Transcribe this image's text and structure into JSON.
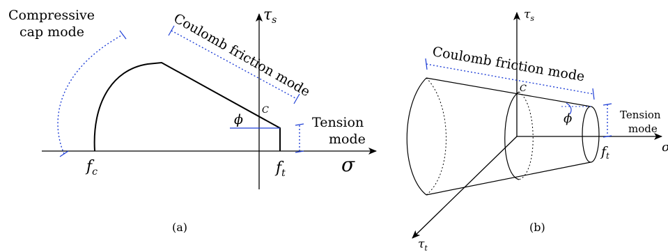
{
  "colors": {
    "ink": "#000000",
    "annotation": "#1f3fd6"
  },
  "panel_a": {
    "caption": "(a)",
    "axis_tau": "τ",
    "axis_tau_sub": "s",
    "axis_sigma": "σ",
    "label_fc": "f",
    "label_fc_sub": "c",
    "label_ft": "f",
    "label_ft_sub": "t",
    "label_C": "C",
    "label_phi": "ϕ",
    "mode_compressive_line1": "Compressive",
    "mode_compressive_line2": "cap mode",
    "mode_coulomb": "Coulomb friction mode",
    "mode_tension_line1": "Tension",
    "mode_tension_line2": "mode"
  },
  "panel_b": {
    "caption": "(b)",
    "axis_tau_s": "τ",
    "axis_tau_s_sub": "s",
    "axis_tau_t": "τ",
    "axis_tau_t_sub": "t",
    "axis_sigma": "σ",
    "label_ft": "f",
    "label_ft_sub": "t",
    "label_C": "C",
    "label_phi": "ϕ",
    "mode_coulomb": "Coulomb friction mode",
    "mode_tension_line1": "Tension",
    "mode_tension_line2": "mode"
  }
}
